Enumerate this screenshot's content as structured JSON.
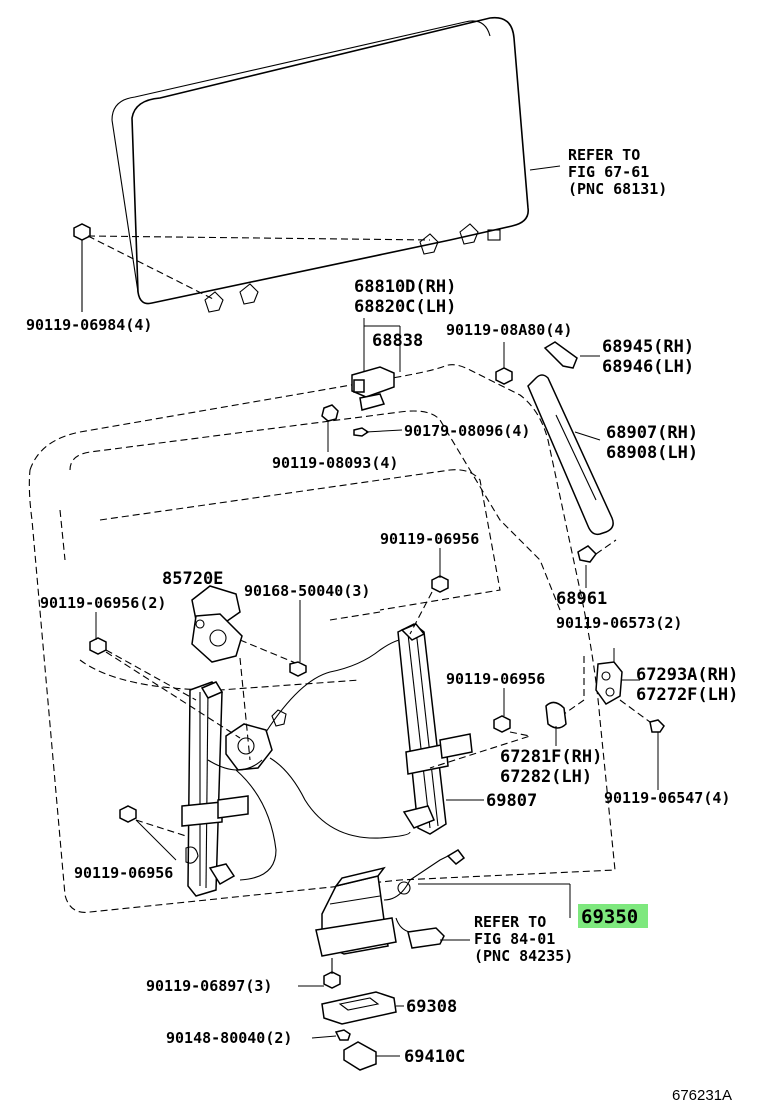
{
  "callouts": {
    "refer_glass_1": "REFER TO",
    "refer_glass_2": "FIG 67-61",
    "refer_glass_3": "(PNC 68131)",
    "glass_bolt": "90119-06984(4)",
    "hinge_rh": "68810D(RH)",
    "hinge_lh": "68820C(LH)",
    "hinge_part": "68838",
    "stay_bolt": "90119-08A80(4)",
    "stay_bracket_rh": "68945(RH)",
    "stay_bracket_lh": "68946(LH)",
    "hinge_nut": "90179-08096(4)",
    "stay_rh": "68907(RH)",
    "stay_lh": "68908(LH)",
    "hinge_bolt": "90119-08093(4)",
    "reg_bolt_a": "90119-06956",
    "motor": "85720E",
    "motor_bolt": "90168-50040(3)",
    "reg_bolt_b": "90119-06956(2)",
    "stay_ball": "68961",
    "latch_bolt": "90119-06573(2)",
    "reg_bolt_c": "90119-06956",
    "latch_rh": "67293A(RH)",
    "latch_lh": "67272F(LH)",
    "striker_rh": "67281F(RH)",
    "striker_lh": "67282(LH)",
    "latch_screw": "90119-06547(4)",
    "regulator": "69807",
    "reg_bolt_d": "90119-06956",
    "lock_assy": "69350",
    "refer_lock_1": "REFER TO",
    "refer_lock_2": "FIG 84-01",
    "refer_lock_3": "(PNC 84235)",
    "lock_screw": "90119-06897(3)",
    "cover": "69308",
    "cover_screw": "90148-80040(2)",
    "clip": "69410C",
    "figure_id": "676231A"
  },
  "colors": {
    "highlight": "#7ee87e",
    "ink": "#000000"
  }
}
